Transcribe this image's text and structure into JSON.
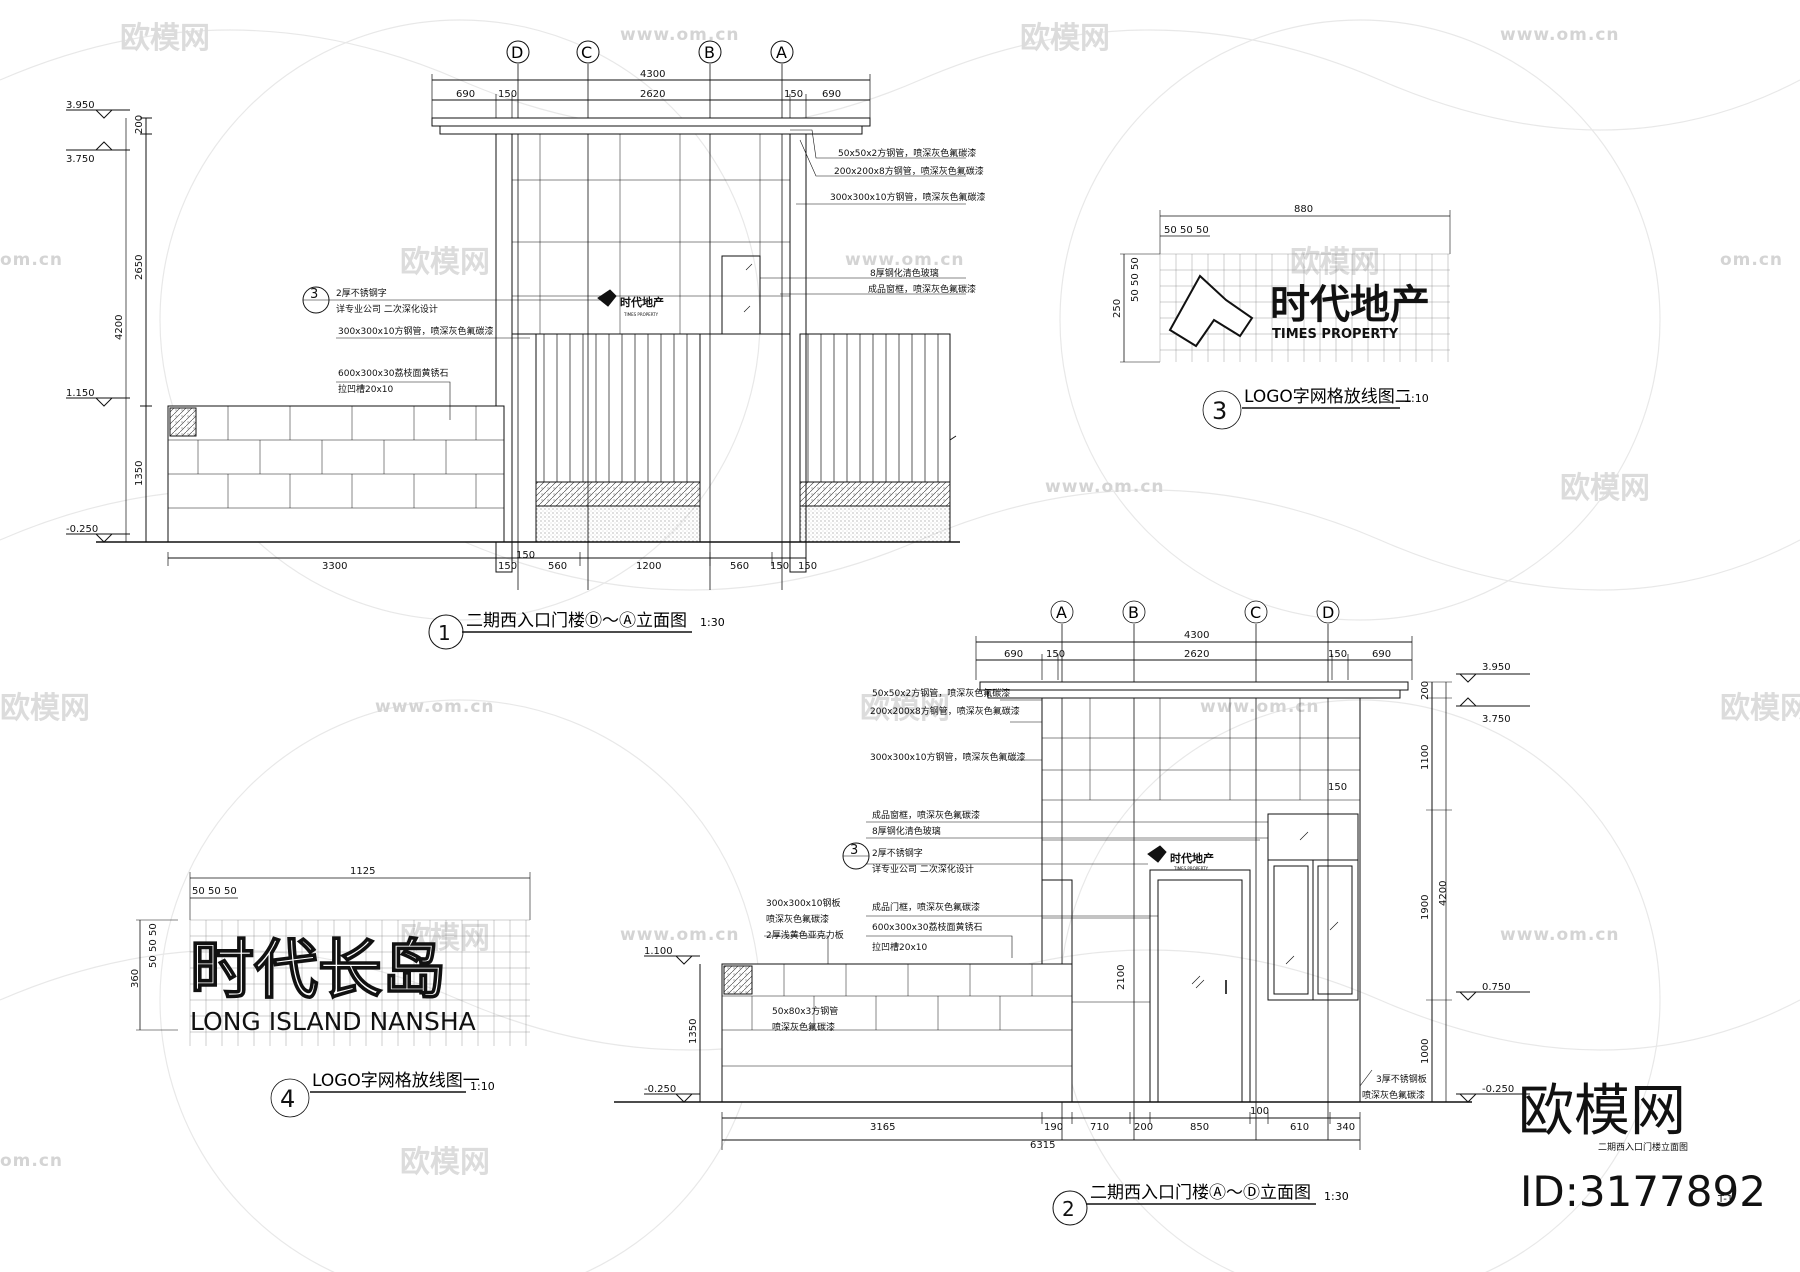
{
  "watermark": {
    "brand_cn": "欧模网",
    "site": "www.om.cn",
    "site_short": "om.cn",
    "id_label": "ID:3177892",
    "page_no": "T-1"
  },
  "elevation1": {
    "title": "二期西入口门楼Ⓓ～Ⓐ立面图",
    "scale": "1:30",
    "number": "1",
    "axes": [
      "D",
      "C",
      "B",
      "A"
    ],
    "top_total": "4300",
    "top_dims": [
      "690",
      "150",
      "2620",
      "150",
      "690"
    ],
    "bottom_dims": [
      "3300",
      "150",
      "560",
      "1200",
      "560",
      "150",
      "150"
    ],
    "bottom_extra": "150",
    "left_dims": [
      "200",
      "2650",
      "4200",
      "1350"
    ],
    "levels": [
      "3.950",
      "3.750",
      "1.150",
      "-0.250"
    ],
    "callout_no": "3",
    "notes_right": [
      "50x50x2方钢管，喷深灰色氟碳漆",
      "200x200x8方钢管，喷深灰色氟碳漆",
      "300x300x10方钢管，喷深灰色氟碳漆",
      "8厚钢化清色玻璃",
      "成品窗框，喷深灰色氟碳漆"
    ],
    "notes_left": [
      "2厚不锈钢字",
      "详专业公司 二次深化设计",
      "300x300x10方钢管，喷深灰色氟碳漆",
      "600x300x30荔枝面黄锈石",
      "拉凹槽20x10"
    ],
    "logo_cn": "时代地产",
    "logo_en": "TIMES PROPERTY"
  },
  "elevation2": {
    "title": "二期西入口门楼Ⓐ～Ⓓ立面图",
    "scale": "1:30",
    "number": "2",
    "axes": [
      "A",
      "B",
      "C",
      "D"
    ],
    "top_total": "4300",
    "top_dims": [
      "690",
      "150",
      "2620",
      "150",
      "690"
    ],
    "bottom_dims": [
      "3165",
      "190",
      "710",
      "200",
      "850",
      "100",
      "610",
      "340"
    ],
    "bottom_total": "6315",
    "right_dims": [
      "200",
      "1100",
      "1900",
      "1000",
      "4200"
    ],
    "right_extra": "150",
    "door_height": "2100",
    "left_height": "1350",
    "levels": [
      "3.950",
      "3.750",
      "0.750",
      "-0.250",
      "1.100",
      "-0.250"
    ],
    "callout_no": "3",
    "notes": [
      "50x50x2方钢管，喷深灰色氟碳漆",
      "200x200x8方钢管，喷深灰色氟碳漆",
      "300x300x10方钢管，喷深灰色氟碳漆",
      "成品窗框，喷深灰色氟碳漆",
      "8厚钢化清色玻璃",
      "2厚不锈钢字",
      "详专业公司 二次深化设计",
      "成品门框，喷深灰色氟碳漆",
      "600x300x30荔枝面黄锈石",
      "拉凹槽20x10"
    ],
    "notes_left": [
      "300x300x10钢板",
      "喷深灰色氟碳漆",
      "2厚浅黄色亚克力板"
    ],
    "notes_low": [
      "50x80x3方钢管",
      "喷深灰色氟碳漆"
    ],
    "notes_br": [
      "3厚不锈钢板",
      "喷深灰色氟碳漆"
    ],
    "sheet_caption": "二期西入口门楼立面图",
    "logo_cn": "时代地产",
    "logo_en": "TIMES PROPERTY"
  },
  "detail3": {
    "title": "LOGO字网格放线图二",
    "scale": "1:10",
    "number": "3",
    "width": "880",
    "grid_dims": [
      "50",
      "50",
      "50"
    ],
    "height": "250",
    "side_dims": [
      "50",
      "50",
      "50"
    ],
    "logo_cn": "时代地产",
    "logo_en": "TIMES PROPERTY"
  },
  "detail4": {
    "title": "LOGO字网格放线图一",
    "scale": "1:10",
    "number": "4",
    "width": "1125",
    "grid_dims": [
      "50",
      "50",
      "50"
    ],
    "height": "360",
    "side_dims": [
      "50",
      "50",
      "50"
    ],
    "logo_cn": "时代长岛",
    "logo_en": "LONG ISLAND NANSHA"
  }
}
